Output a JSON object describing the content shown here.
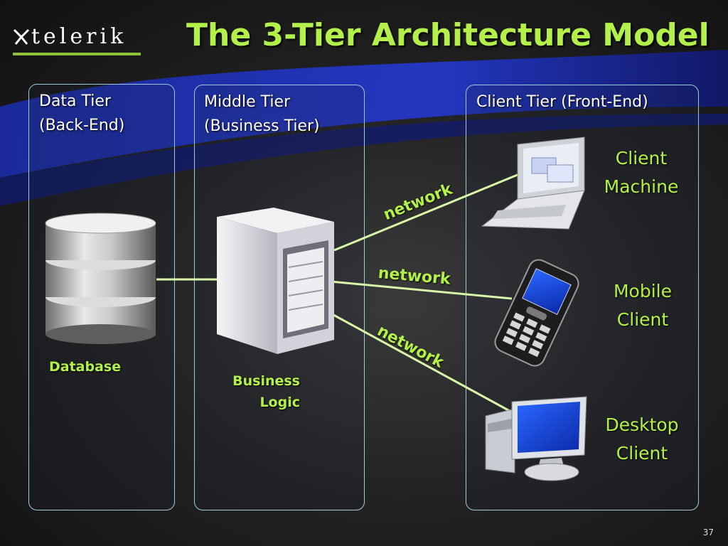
{
  "slide": {
    "title": "The 3-Tier Architecture Model",
    "logo_text": "telerik",
    "page_number": "37"
  },
  "tiers": {
    "data": {
      "title_line1": "Data Tier",
      "title_line2": "(Back-End)",
      "component": "Database"
    },
    "middle": {
      "title_line1": "Middle Tier",
      "title_line2": "(Business Tier)",
      "component_line1": "Business",
      "component_line2": "Logic"
    },
    "client": {
      "title": "Client Tier (Front-End)",
      "clients": [
        {
          "line1": "Client",
          "line2": "Machine"
        },
        {
          "line1": "Mobile",
          "line2": "Client"
        },
        {
          "line1": "Desktop",
          "line2": "Client"
        }
      ]
    }
  },
  "connections": [
    {
      "from": "Middle Tier",
      "to": "Client Machine",
      "label": "network"
    },
    {
      "from": "Middle Tier",
      "to": "Mobile Client",
      "label": "network"
    },
    {
      "from": "Middle Tier",
      "to": "Desktop Client",
      "label": "network"
    }
  ],
  "colors": {
    "accent_green": "#b4f04a",
    "panel_border": "#9ccbdc",
    "swoosh_blue": "#1d2fa8"
  }
}
